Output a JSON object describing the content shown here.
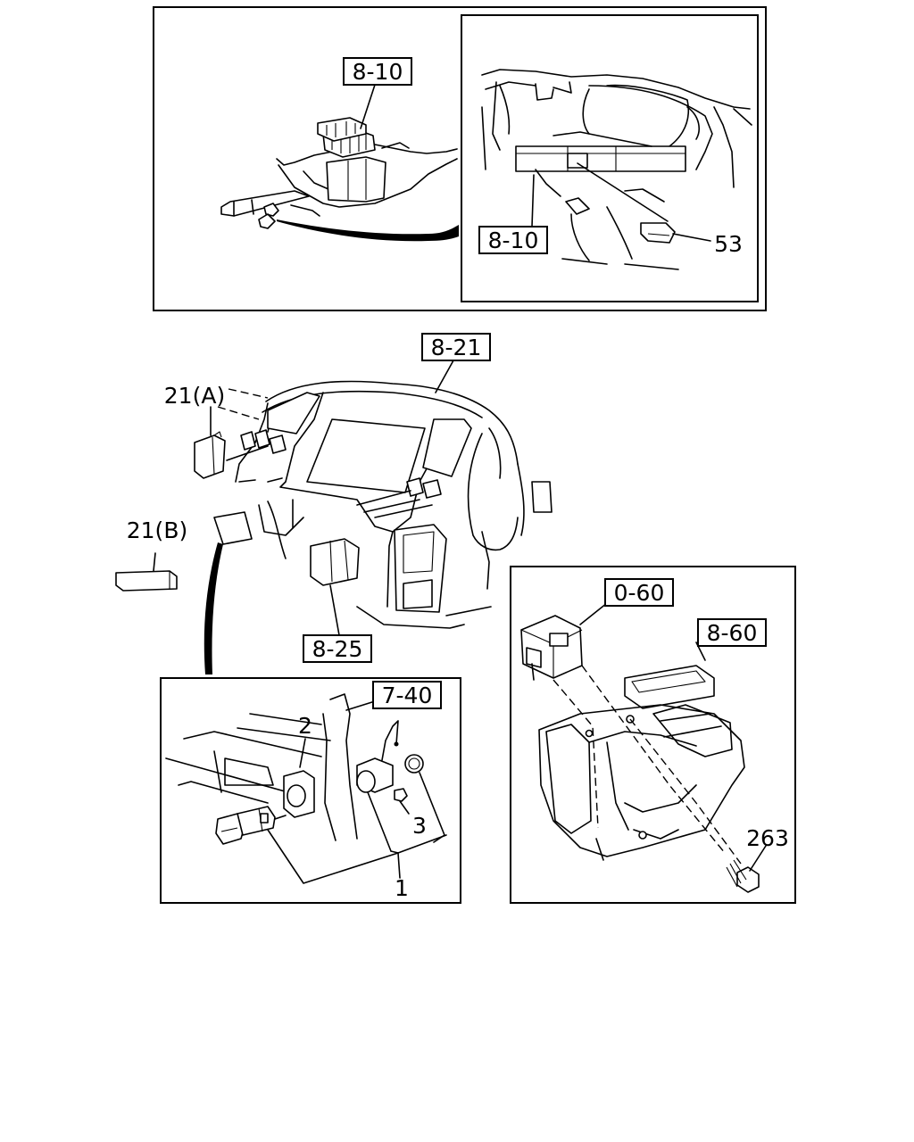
{
  "diagram": {
    "callouts": {
      "top_left_ref": "8-10",
      "top_right_ref": "8-10",
      "part_53": "53",
      "dash_ref": "8-21",
      "part_21a": "21(A)",
      "part_21b": "21(B)",
      "switch_ref": "8-25",
      "part_2": "2",
      "lighter_ref": "7-40",
      "part_3": "3",
      "part_1": "1",
      "heater_ref_a": "0-60",
      "heater_ref_b": "8-60",
      "part_263": "263"
    }
  }
}
